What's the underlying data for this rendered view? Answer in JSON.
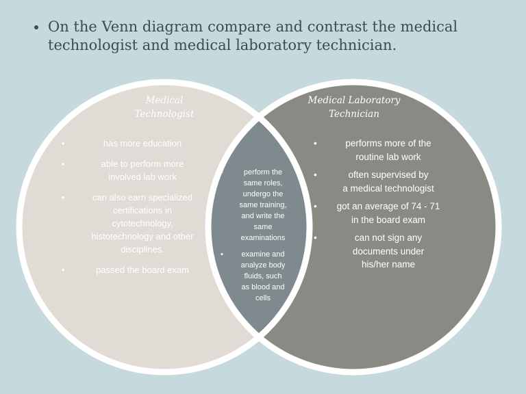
{
  "heading": {
    "text": "On the Venn diagram compare and contrast the medical technologist and medical laboratory technician."
  },
  "venn": {
    "left_title": "Medical\nTechnologist",
    "right_title": "Medical Laboratory\nTechnician",
    "left_items": [
      "has more education",
      "able to perform more\ninvolved lab work",
      "can also earn specialized\ncertifications in\ncytotechnology,\nhistotechnology and other\ndisciplines.",
      "passed the board exam"
    ],
    "middle_items": [
      "perform the\nsame roles,\nundergo the\nsame training,\nand write the\nsame\nexaminations",
      "examine and\nanalyze body\nfluids, such\nas blood and\ncells"
    ],
    "right_items": [
      "performs more of the\nroutine lab work",
      "often supervised by\na medical technologist",
      "got an average of 74 - 71\nin the board exam",
      "can not sign any\ndocuments under\nhis/her name"
    ],
    "colors": {
      "background": "#c6d9dc",
      "left_fill": "#e0dbd5",
      "right_fill": "#8a8a84",
      "overlap_fill": "#7e8a8e",
      "outline": "#ffffff"
    }
  }
}
